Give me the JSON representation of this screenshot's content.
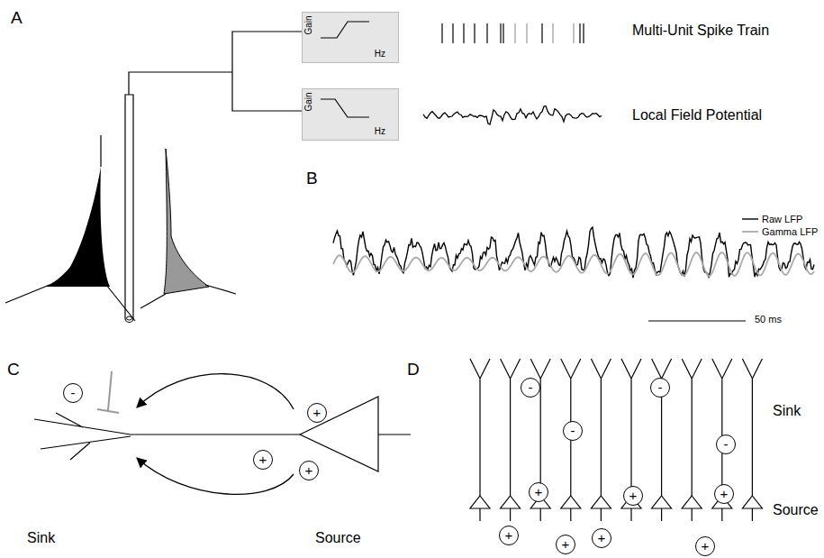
{
  "diagram": {
    "nodes": [
      {
        "text": [
          "Gain",
          "Hz"
        ]
      },
      {
        "text": [
          "Gain",
          "Hz"
        ]
      },
      {
        "text": [
          "-"
        ]
      },
      {
        "text": [
          "+"
        ]
      },
      {
        "text": [
          "+"
        ]
      },
      {
        "text": [
          "+"
        ]
      },
      {
        "text": [
          "-"
        ]
      },
      {
        "text": [
          "-"
        ]
      },
      {
        "text": [
          "-"
        ]
      },
      {
        "text": [
          "-"
        ]
      },
      {
        "text": [
          "+"
        ]
      },
      {
        "text": [
          "+"
        ]
      },
      {
        "text": [
          "+"
        ]
      },
      {
        "text": [
          "+"
        ]
      },
      {
        "text": [
          "+"
        ]
      },
      {
        "text": [
          "+"
        ]
      },
      {
        "text": [
          "+"
        ]
      }
    ],
    "labels": [
      "A",
      "Multi-Unit Spike Train",
      "Local Field Potential",
      "B",
      "50 ms",
      "C",
      "D",
      "Sink",
      "Source",
      "Sink",
      "Source"
    ],
    "legend": [
      {
        "text": "Raw LFP"
      },
      {
        "text": "Gamma LFP"
      }
    ]
  }
}
